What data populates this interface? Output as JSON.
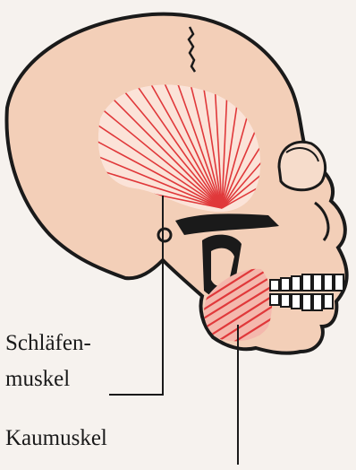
{
  "labels": {
    "temporalis_line1": "Schläfen-",
    "temporalis_line2": "muskel",
    "masseter": "Kaumuskel"
  },
  "colors": {
    "background": "#f6f2ee",
    "skull_fill": "#f3cfb8",
    "outline": "#1a1a1a",
    "muscle_red": "#e0383a",
    "teeth": "#ffffff"
  }
}
